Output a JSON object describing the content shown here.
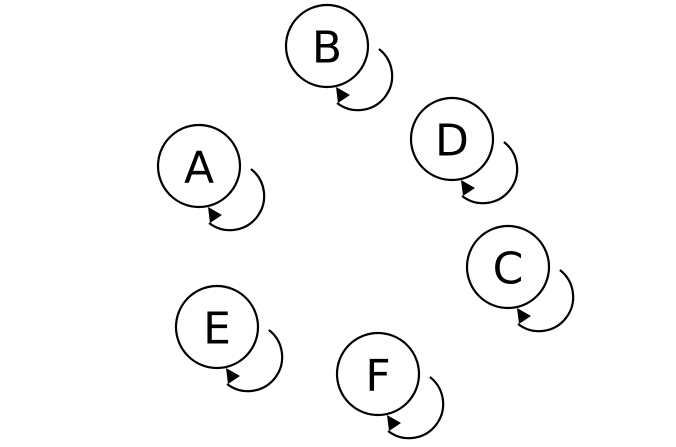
{
  "diagram": {
    "type": "directed-graph",
    "nodes": [
      {
        "id": "A",
        "label": "A",
        "self_loop": true
      },
      {
        "id": "B",
        "label": "B",
        "self_loop": true
      },
      {
        "id": "C",
        "label": "C",
        "self_loop": true
      },
      {
        "id": "D",
        "label": "D",
        "self_loop": true
      },
      {
        "id": "E",
        "label": "E",
        "self_loop": true
      },
      {
        "id": "F",
        "label": "F",
        "self_loop": true
      }
    ],
    "edges": [
      {
        "from": "A",
        "to": "A"
      },
      {
        "from": "B",
        "to": "B"
      },
      {
        "from": "C",
        "to": "C"
      },
      {
        "from": "D",
        "to": "D"
      },
      {
        "from": "E",
        "to": "E"
      },
      {
        "from": "F",
        "to": "F"
      }
    ],
    "colors": {
      "stroke": "#000000",
      "fill": "#ffffff"
    }
  }
}
